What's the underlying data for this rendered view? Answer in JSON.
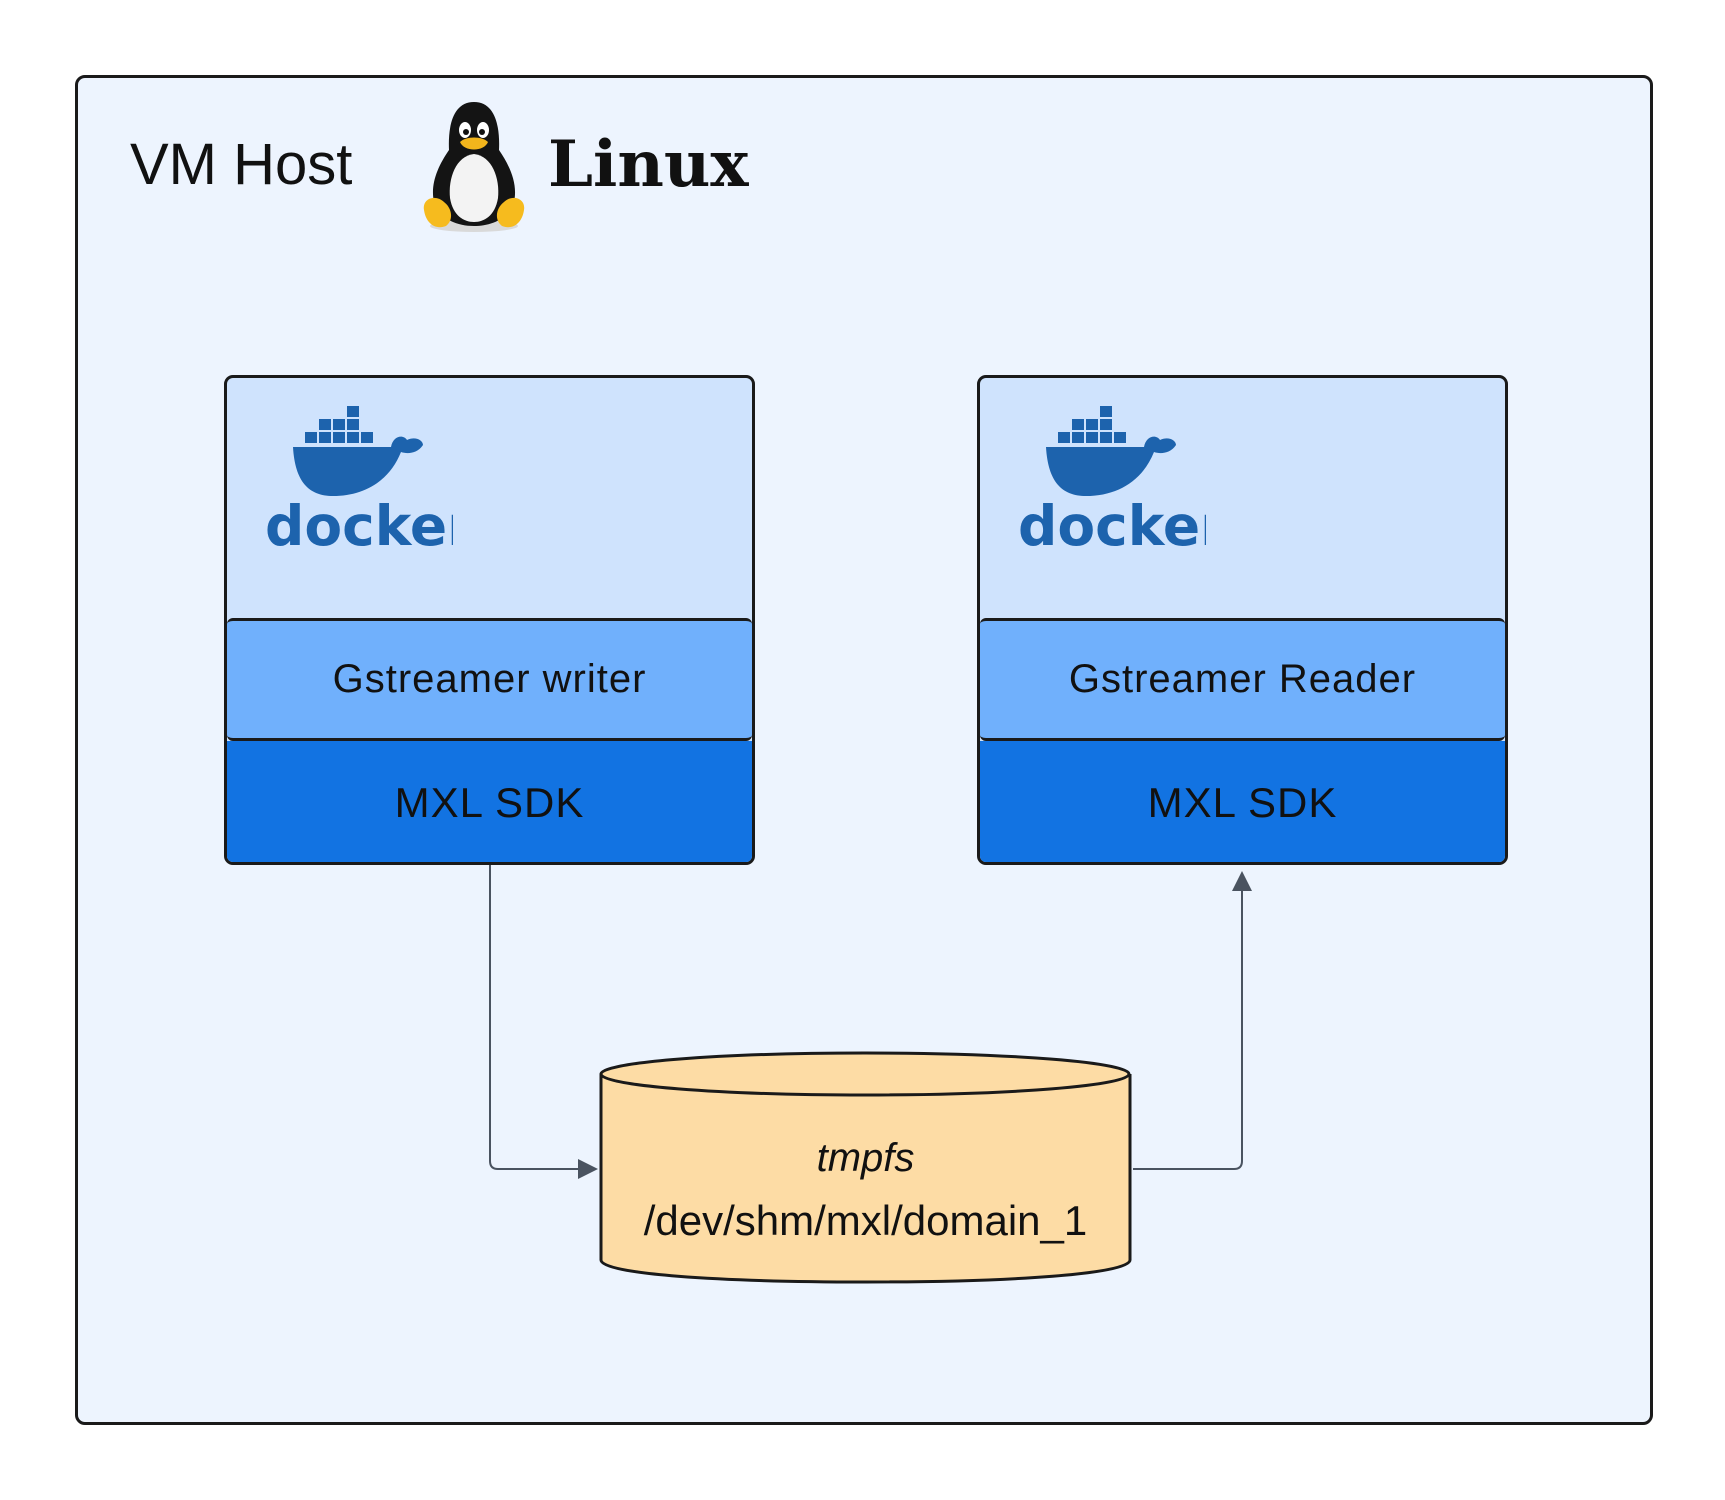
{
  "host": {
    "label": "VM Host",
    "os_label": "Linux",
    "os_icon": "tux-penguin-icon"
  },
  "containers": [
    {
      "logo_icon": "docker-logo-icon",
      "logo_text": "docker",
      "app_label": "Gstreamer writer",
      "sdk_label": "MXL SDK"
    },
    {
      "logo_icon": "docker-logo-icon",
      "logo_text": "docker",
      "app_label": "Gstreamer Reader",
      "sdk_label": "MXL SDK"
    }
  ],
  "storage": {
    "type": "tmpfs",
    "path": "/dev/shm/mxl/domain_1"
  },
  "colors": {
    "host_fill": "#edf4fe",
    "container_fill": "#cfe3fd",
    "app_layer_fill": "#70b0fc",
    "sdk_layer_fill": "#1273e2",
    "storage_fill": "#fddca5",
    "docker_blue": "#1d63ad",
    "connector": "#4a5360"
  }
}
